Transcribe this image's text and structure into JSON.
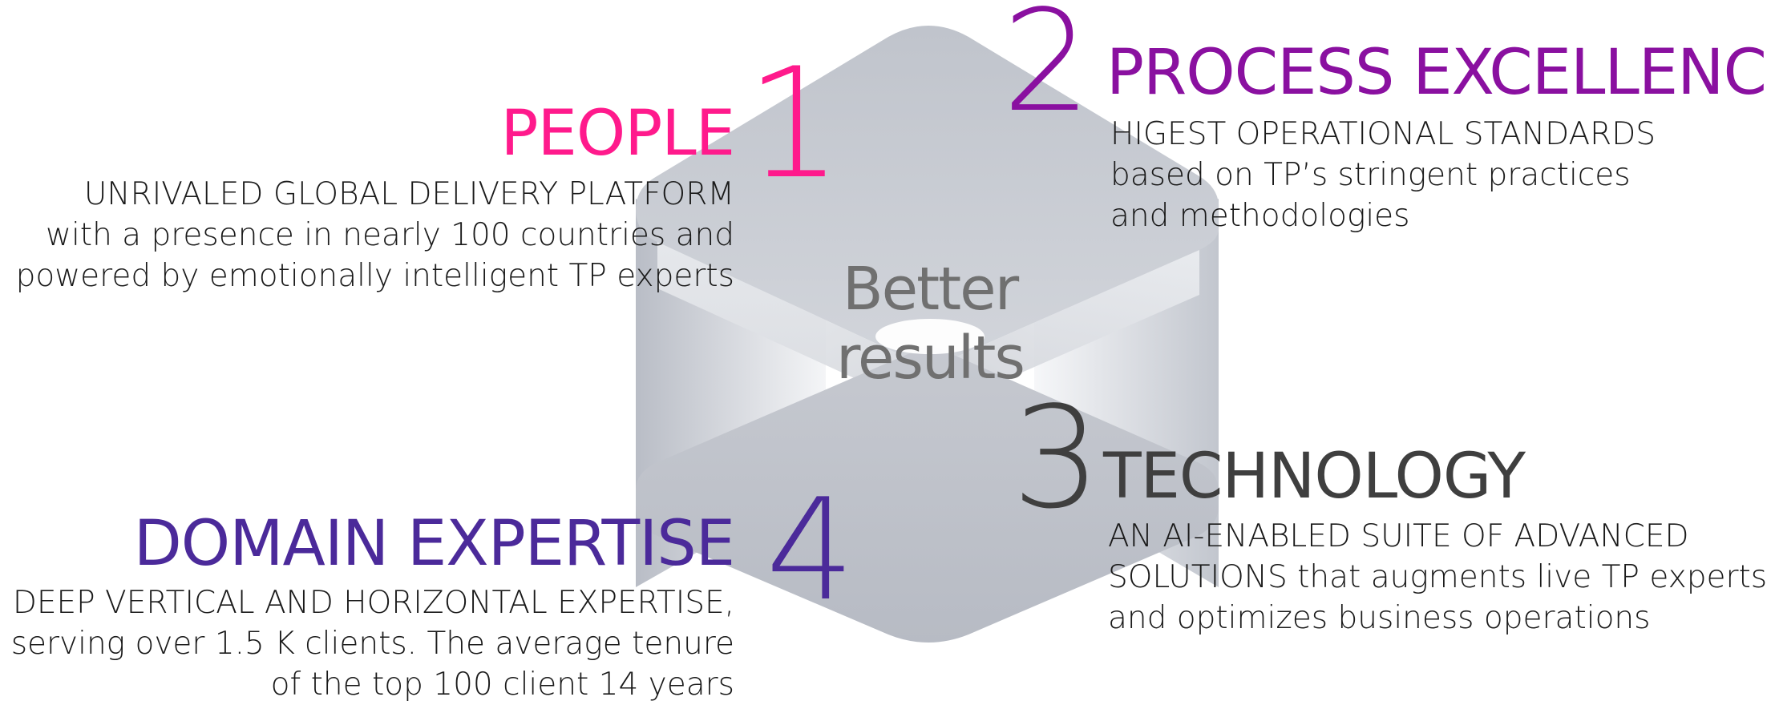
{
  "colors": {
    "people": "#ff1a8c",
    "process": "#8a10a0",
    "technology": "#3f3f3f",
    "domain": "#4b2a9a",
    "shape_light": "#e9ebef",
    "shape_mid": "#c4c8d0",
    "shape_dark": "#b8bcc6",
    "center_text": "#707070",
    "body_text": "#1a1a1a"
  },
  "center": {
    "line1": "Better",
    "line2": "results"
  },
  "pillars": {
    "people": {
      "number": "1",
      "title": "PEOPLE",
      "lines": [
        "UNRIVALED  GLOBAL DELIVERY PLATFORM",
        "with a presence in nearly 100 countries and",
        "powered by emotionally intelligent TP experts"
      ]
    },
    "process": {
      "number": "2",
      "title": "PROCESS EXCELLENCE",
      "lines": [
        "HIGEST OPERATIONAL STANDARDS",
        "based on TP’s stringent practices",
        "and methodologies"
      ]
    },
    "technology": {
      "number": "3",
      "title": "TECHNOLOGY",
      "lines": [
        "AN AI-ENABLED SUITE OF ADVANCED",
        "SOLUTIONS that augments live TP experts",
        "and optimizes business operations"
      ]
    },
    "domain": {
      "number": "4",
      "title": "DOMAIN EXPERTISE",
      "lines": [
        "DEEP VERTICAL AND HORIZONTAL EXPERTISE,",
        "serving over 1.5 K clients. The average tenure",
        "of the top 100 client 14 years"
      ]
    }
  }
}
